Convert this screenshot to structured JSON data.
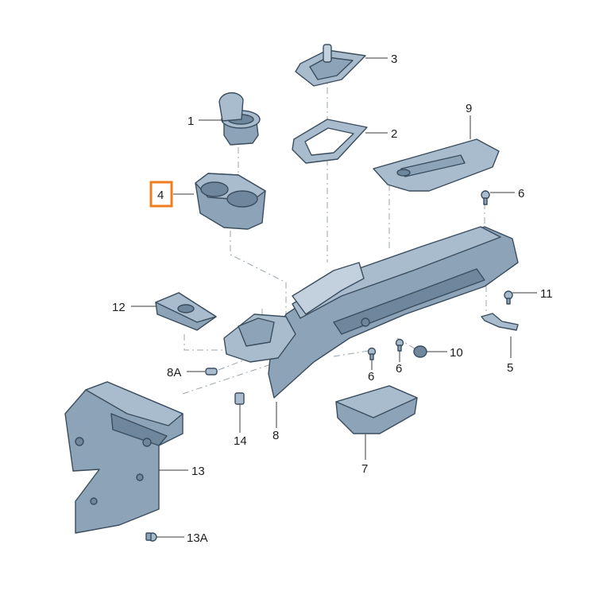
{
  "diagram": {
    "colors": {
      "part_fill": "#8da3b7",
      "part_light": "#a9bccd",
      "part_dark": "#6f879c",
      "outline": "#3a4d5e",
      "highlight": "#f07d1d"
    },
    "highlighted_callout": "4",
    "callouts": {
      "c1": "1",
      "c2": "2",
      "c3": "3",
      "c4": "4",
      "c5": "5",
      "c6a": "6",
      "c6b": "6",
      "c6c": "6",
      "c7": "7",
      "c8": "8",
      "c8a": "8A",
      "c9": "9",
      "c10": "10",
      "c11": "11",
      "c12": "12",
      "c13": "13",
      "c13a": "13A",
      "c14": "14"
    }
  }
}
